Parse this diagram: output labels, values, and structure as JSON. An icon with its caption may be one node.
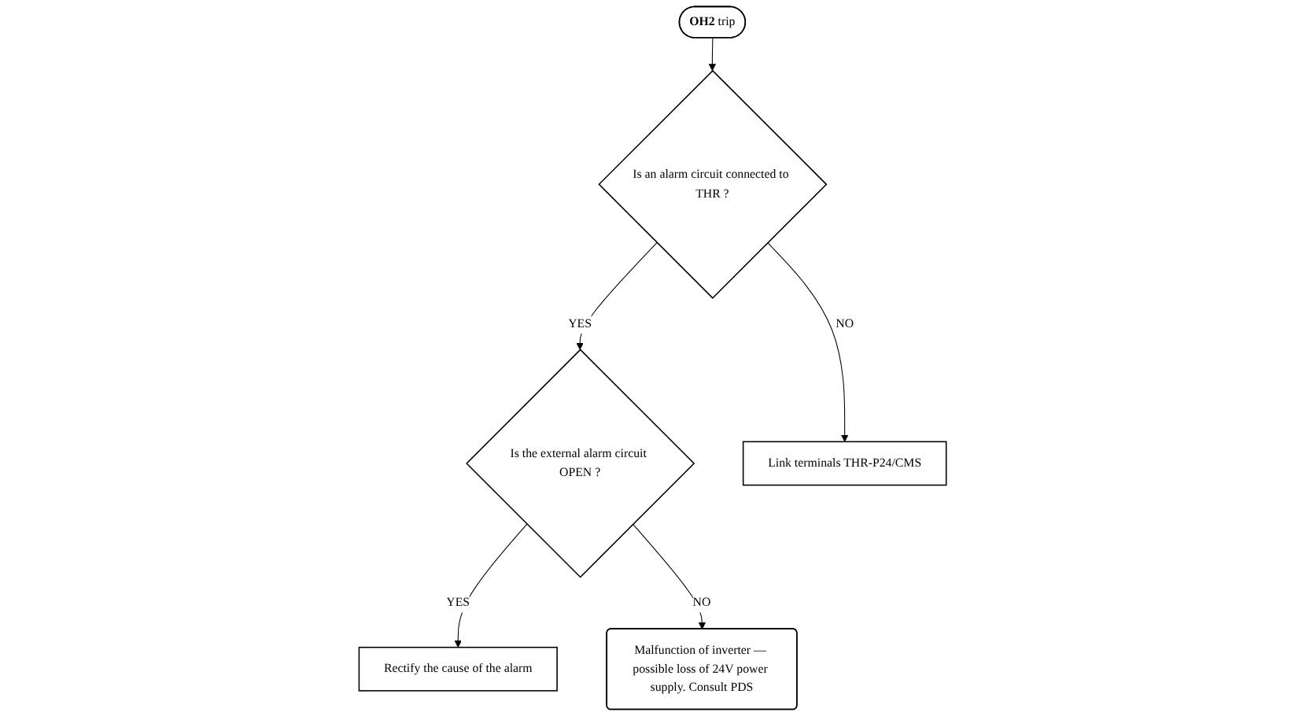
{
  "diagram": {
    "nodes": [
      {
        "text": [
          "**OH2** trip"
        ]
      },
      {
        "text": [
          "Is an alarm circuit connected to THR ?"
        ]
      },
      {
        "text": [
          "Is the external alarm circuit OPEN ?"
        ]
      },
      {
        "text": [
          "Rectify the cause of the alarm"
        ]
      },
      {
        "text": [
          "Link terminals THR-P24/CMS"
        ]
      },
      {
        "text": [
          "Malfunction of inverter — possible loss of 24V power supply. Consult PDS"
        ]
      }
    ],
    "edges": [
      {
        "from": 0,
        "to": 1,
        "arrow": "to"
      },
      {
        "from": 1,
        "to": 2,
        "arrow": "to",
        "label": "YES"
      },
      {
        "from": 2,
        "to": 3,
        "arrow": "to",
        "label": "YES"
      },
      {
        "from": 1,
        "to": 4,
        "arrow": "to",
        "label": "NO"
      },
      {
        "from": 2,
        "to": 5,
        "arrow": "to",
        "label": "NO"
      }
    ]
  }
}
